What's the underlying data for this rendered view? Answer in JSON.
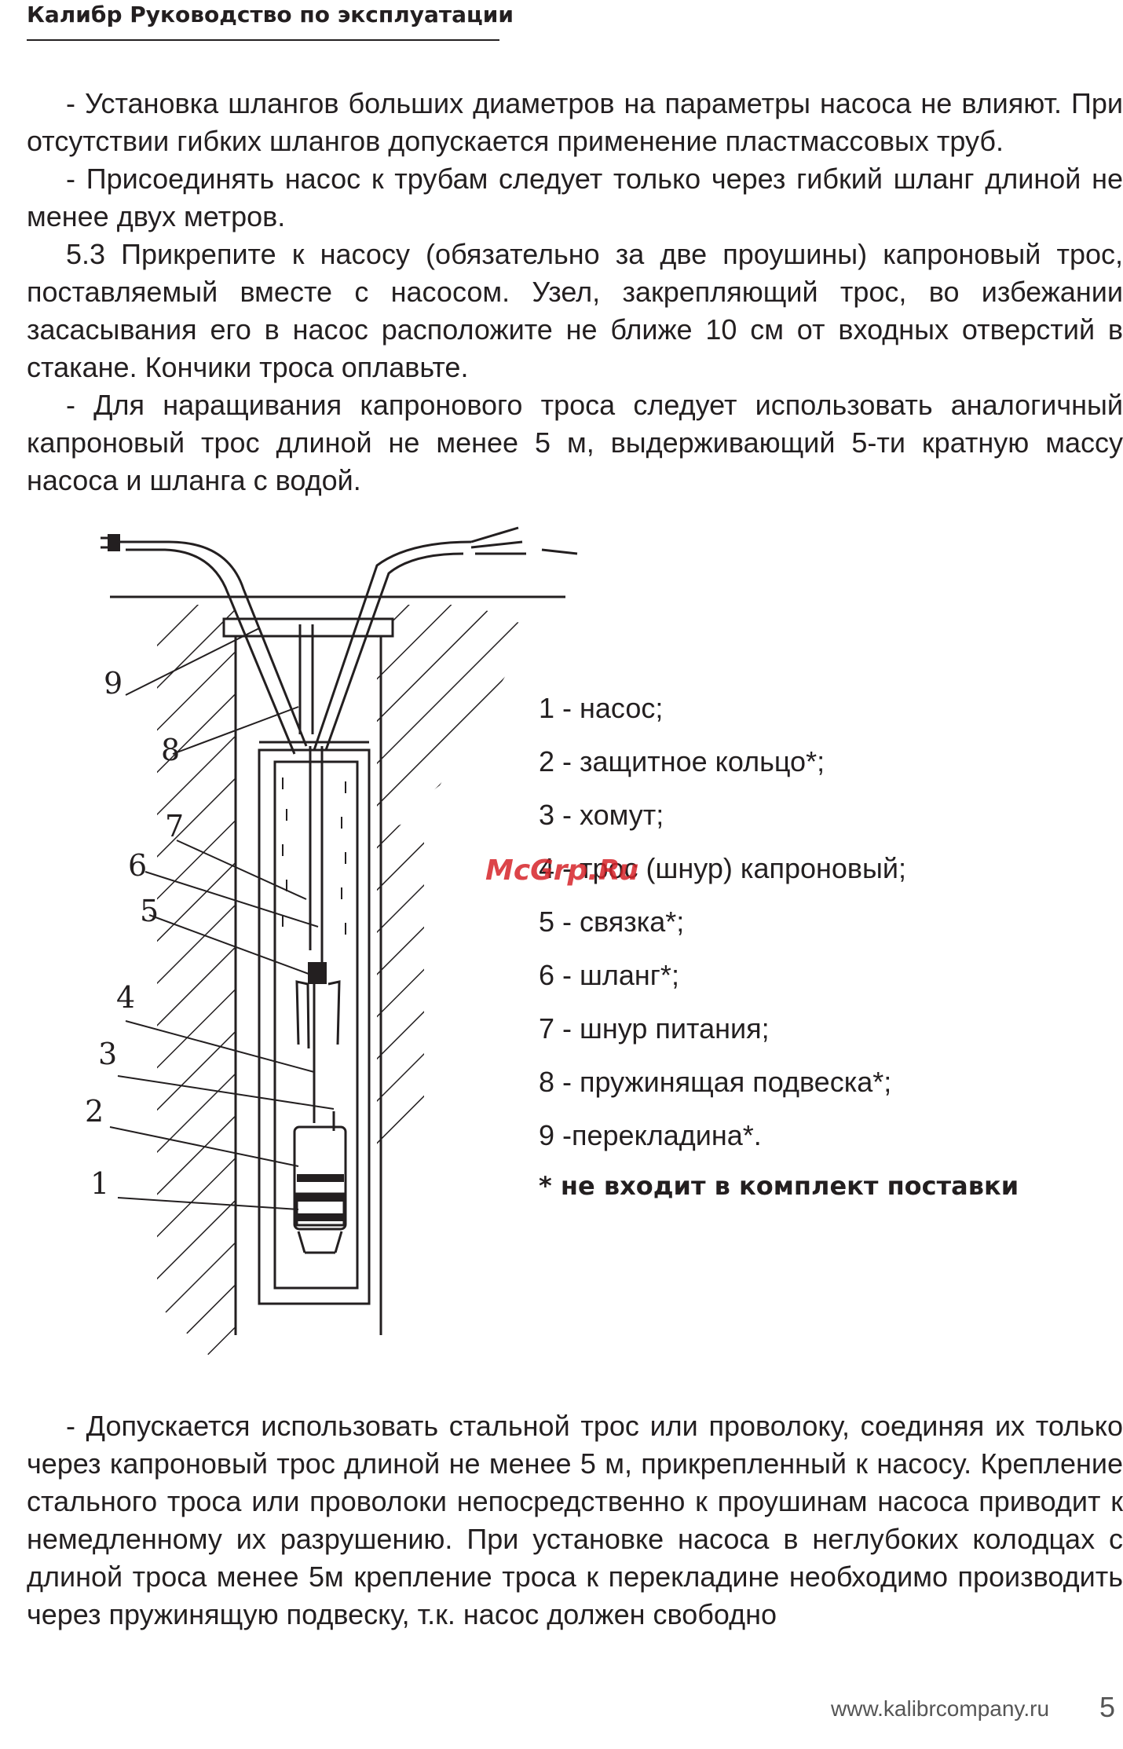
{
  "header": {
    "title": "Калибр Руководство по эксплуатации"
  },
  "body_top": [
    "- Установка шлангов больших диаметров на параметры насоса не влияют. При отсутствии гибких шлангов допускается применение пластмассовых труб.",
    "- Присоединять насос к трубам следует только через гибкий шланг длиной не менее двух метров.",
    "5.3 Прикрепите к насосу (обязательно за две проушины) капроновый трос, поставляемый вместе с насосом. Узел, закрепляющий трос, во избежании засасывания его в насос расположите не ближе 10 см от входных отверстий в стакане. Кончики троса оплавьте.",
    "- Для наращивания капронового троса следует использовать аналогичный капроновый трос длиной не менее 5 м, выдерживающий 5-ти кратную массу насоса и шланга с водой."
  ],
  "figure": {
    "callouts": [
      "9",
      "8",
      "7",
      "6",
      "5",
      "4",
      "3",
      "2",
      "1"
    ],
    "legend": [
      "1 - насос;",
      "2 - защитное кольцо*;",
      "3 - хомут;",
      "4 - трос (шнур) капроновый;",
      "5 - связка*;",
      "6 - шланг*;",
      "7 - шнур питания;",
      "8 - пружинящая подвеска*;",
      "9 -перекладина*."
    ],
    "note": "* не входит в  комплект поставки",
    "watermark": "McGrp.Ru"
  },
  "body_bottom": [
    "- Допускается использовать стальной трос или проволоку, соединяя их только через капроновый трос длиной не менее 5 м, прикрепленный к насосу. Крепление стального троса или проволоки непосредственно к проушинам насоса приводит к немедленному их разрушению. При установке насоса в неглубоких колодцах с длиной троса менее 5м крепление троса к перекладине необходимо производить через пружинящую подвеску, т.к. насос должен свободно"
  ],
  "footer": {
    "url": "www.kalibrcompany.ru",
    "page": "5"
  }
}
